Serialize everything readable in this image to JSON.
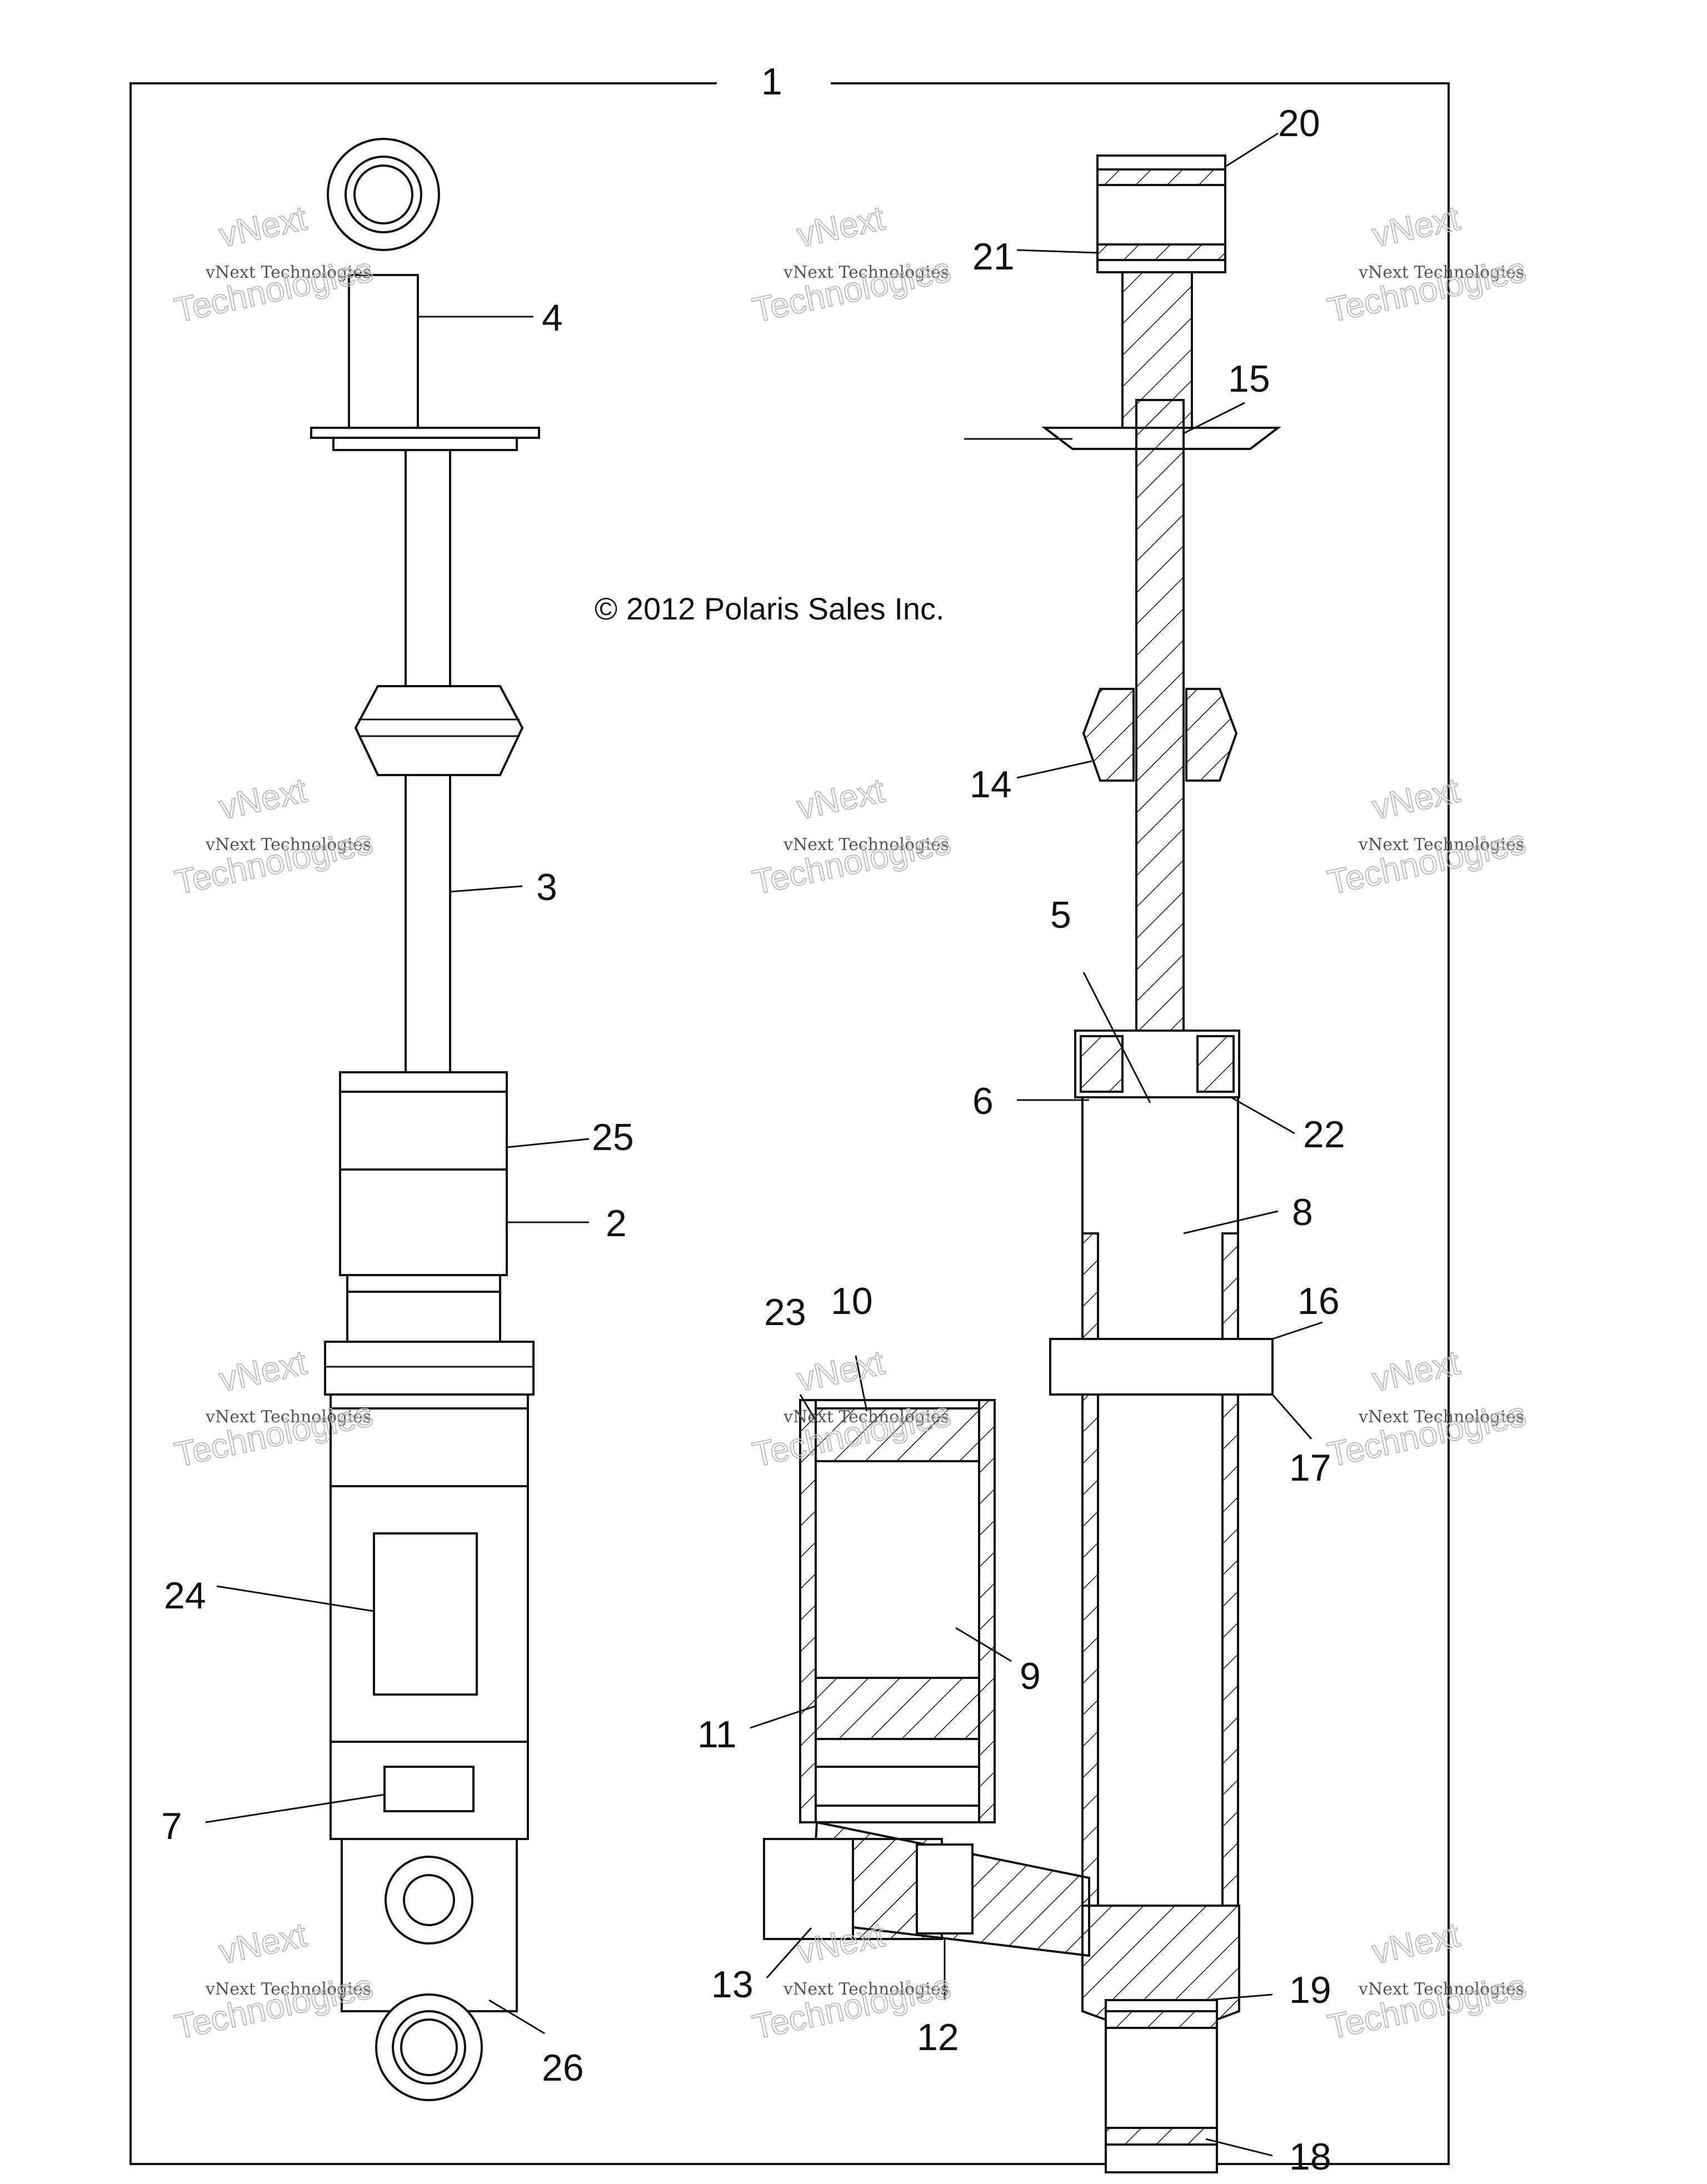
{
  "copyright": "© 2012 Polaris Sales Inc.",
  "watermark": {
    "line1": "vNext Technologies",
    "line2": "vNext",
    "line3": "Technologies"
  },
  "callouts": [
    {
      "id": "c1",
      "label": "1"
    },
    {
      "id": "c2",
      "label": "2"
    },
    {
      "id": "c3",
      "label": "3"
    },
    {
      "id": "c4",
      "label": "4"
    },
    {
      "id": "c5",
      "label": "5"
    },
    {
      "id": "c6",
      "label": "6"
    },
    {
      "id": "c7",
      "label": "7"
    },
    {
      "id": "c8",
      "label": "8"
    },
    {
      "id": "c9",
      "label": "9"
    },
    {
      "id": "c10",
      "label": "10"
    },
    {
      "id": "c11",
      "label": "11"
    },
    {
      "id": "c12",
      "label": "12"
    },
    {
      "id": "c13",
      "label": "13"
    },
    {
      "id": "c14",
      "label": "14"
    },
    {
      "id": "c15",
      "label": "15"
    },
    {
      "id": "c16",
      "label": "16"
    },
    {
      "id": "c17",
      "label": "17"
    },
    {
      "id": "c18",
      "label": "18"
    },
    {
      "id": "c19",
      "label": "19"
    },
    {
      "id": "c20",
      "label": "20"
    },
    {
      "id": "c21",
      "label": "21"
    },
    {
      "id": "c22",
      "label": "22"
    },
    {
      "id": "c23",
      "label": "23"
    },
    {
      "id": "c24",
      "label": "24"
    },
    {
      "id": "c25",
      "label": "25"
    },
    {
      "id": "c26",
      "label": "26"
    }
  ]
}
